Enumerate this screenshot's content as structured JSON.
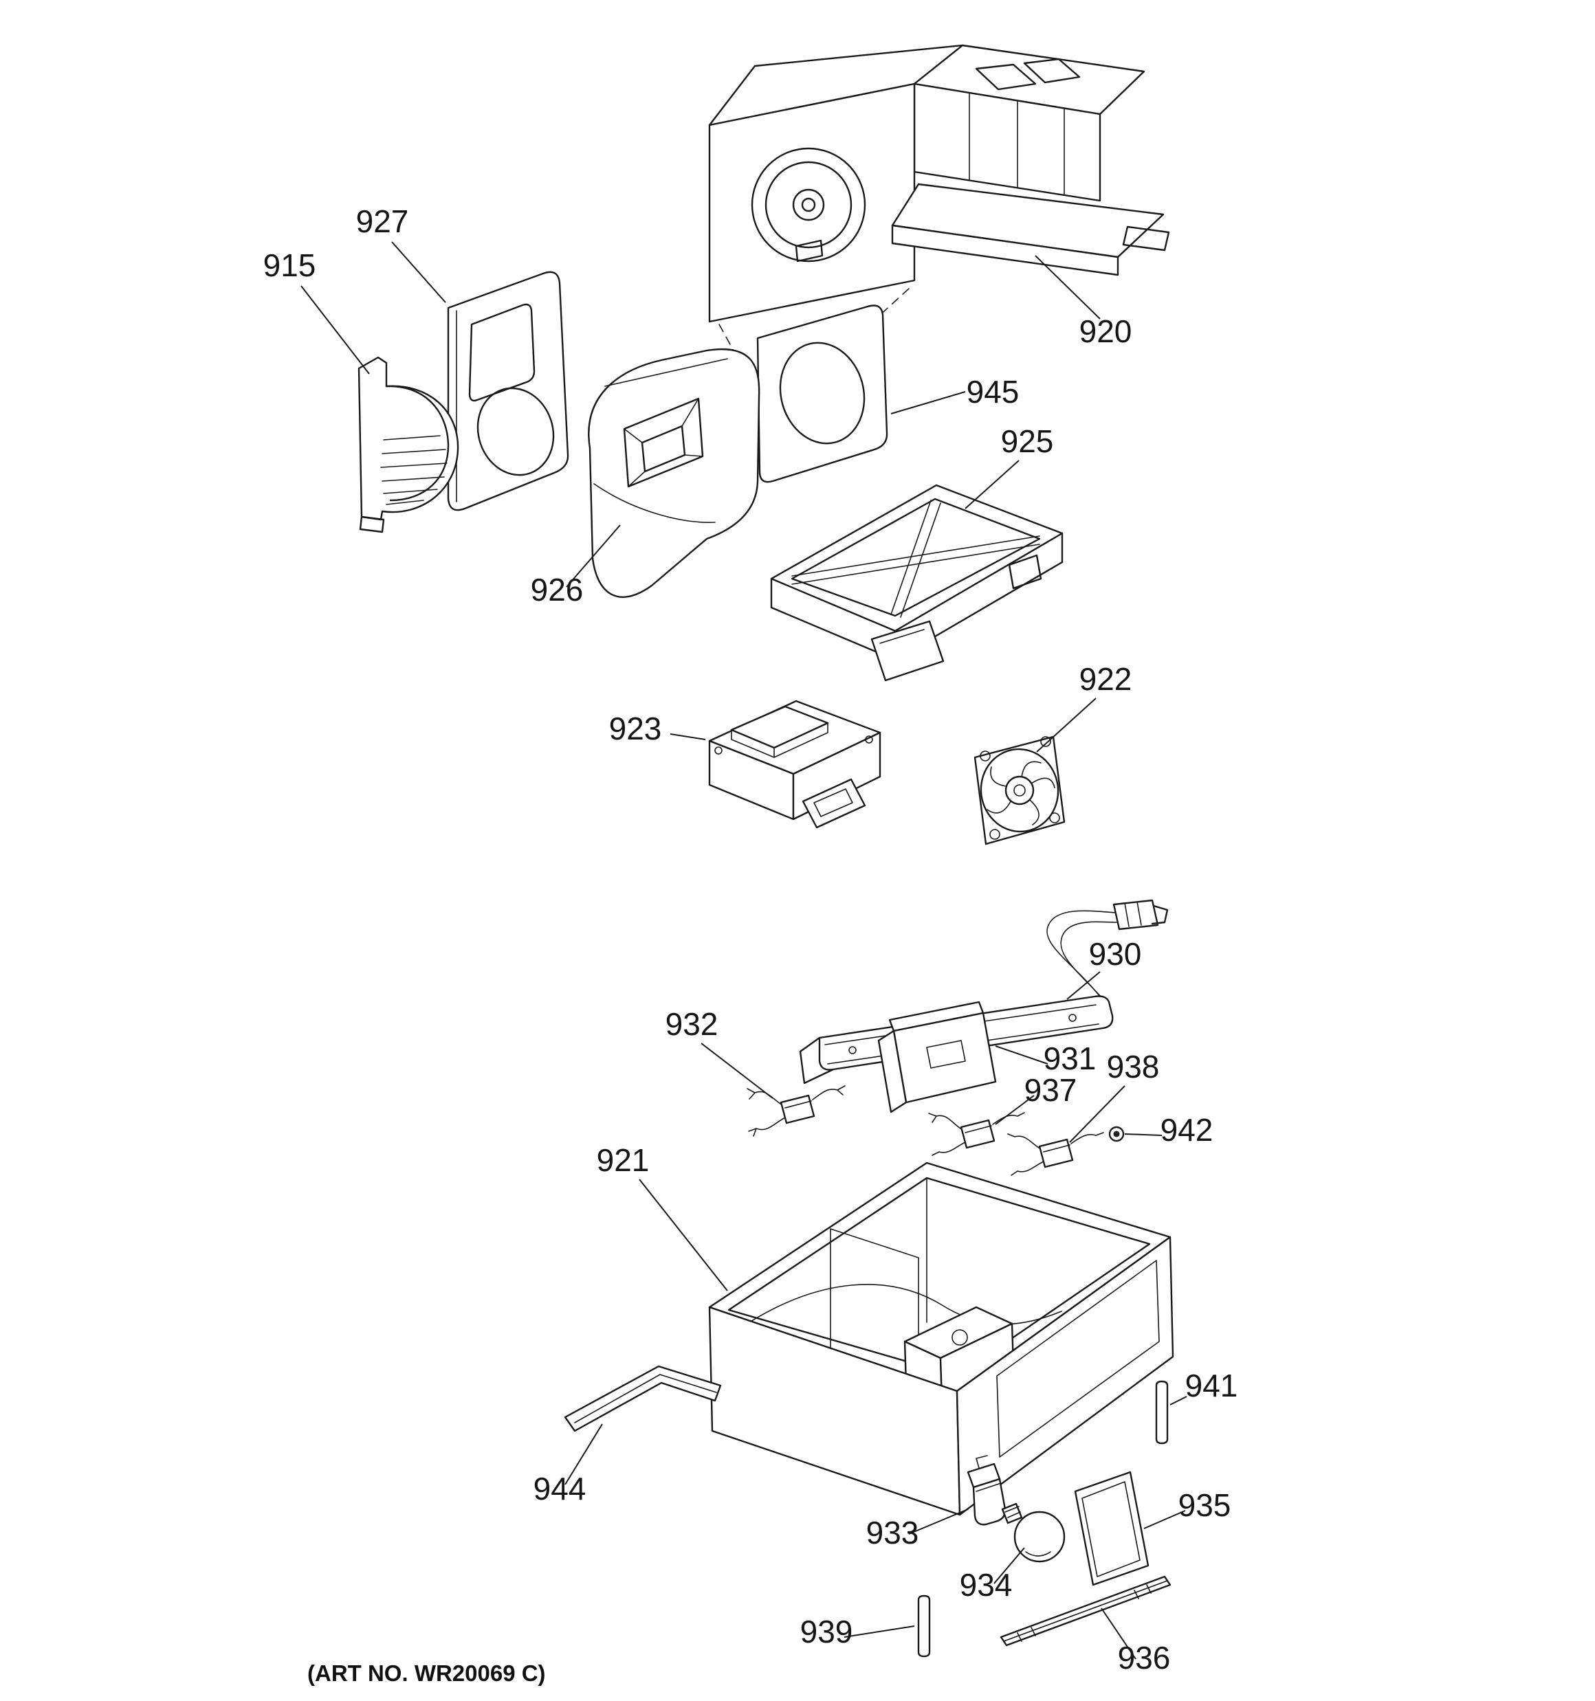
{
  "diagram": {
    "art_no": "(ART NO. WR20069 C)",
    "colors": {
      "background": "#ffffff",
      "line": "#1a1a1a"
    },
    "parts": [
      {
        "label": "915"
      },
      {
        "label": "920"
      },
      {
        "label": "921"
      },
      {
        "label": "922"
      },
      {
        "label": "923"
      },
      {
        "label": "925"
      },
      {
        "label": "926"
      },
      {
        "label": "927"
      },
      {
        "label": "930"
      },
      {
        "label": "931"
      },
      {
        "label": "932"
      },
      {
        "label": "933"
      },
      {
        "label": "934"
      },
      {
        "label": "935"
      },
      {
        "label": "936"
      },
      {
        "label": "937"
      },
      {
        "label": "938"
      },
      {
        "label": "939"
      },
      {
        "label": "941"
      },
      {
        "label": "942"
      },
      {
        "label": "944"
      },
      {
        "label": "945"
      }
    ]
  }
}
